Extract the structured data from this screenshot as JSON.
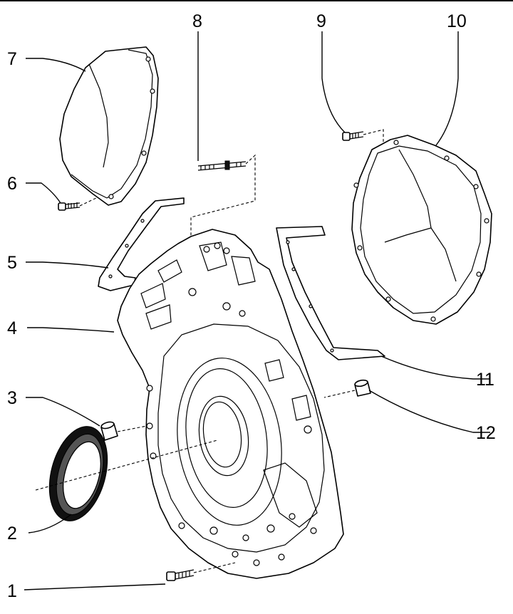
{
  "diagram": {
    "callouts": [
      {
        "id": "1"
      },
      {
        "id": "2"
      },
      {
        "id": "3"
      },
      {
        "id": "4"
      },
      {
        "id": "5"
      },
      {
        "id": "6"
      },
      {
        "id": "7"
      },
      {
        "id": "8"
      },
      {
        "id": "9"
      },
      {
        "id": "10"
      },
      {
        "id": "11"
      },
      {
        "id": "12"
      }
    ]
  }
}
